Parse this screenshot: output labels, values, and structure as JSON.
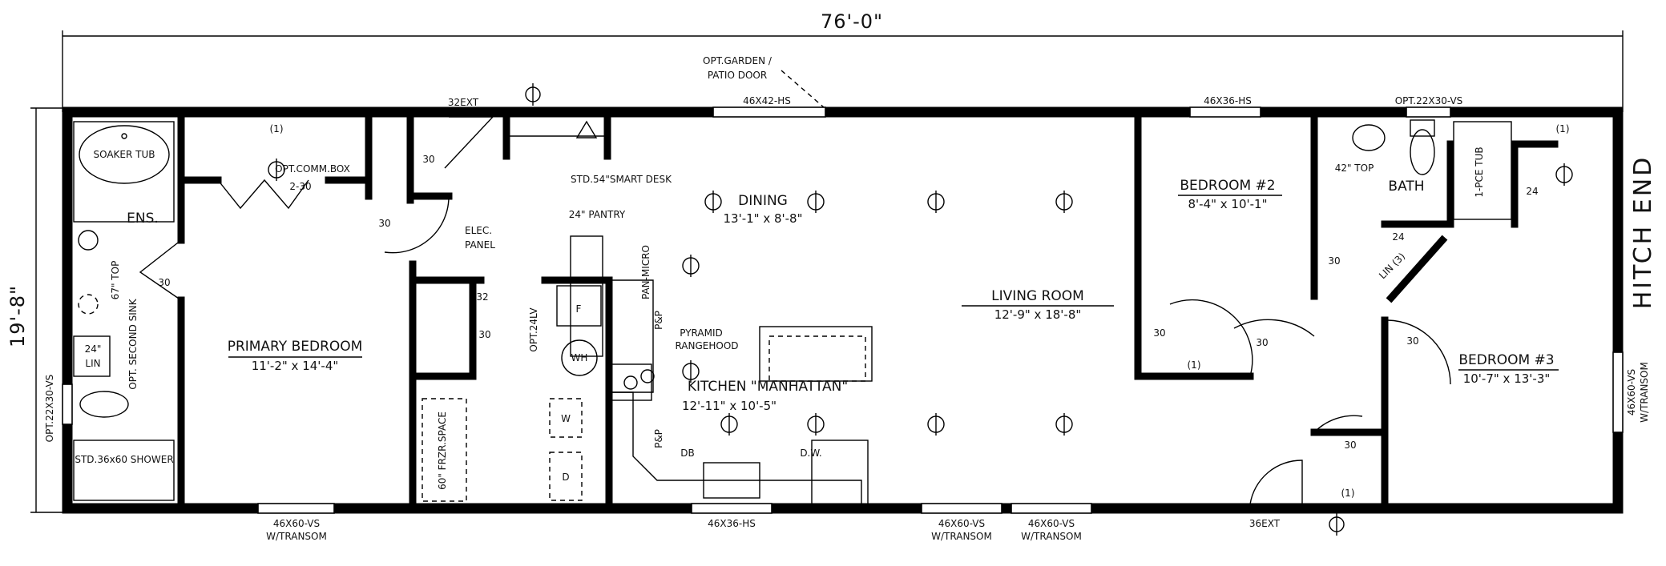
{
  "dimensions": {
    "overall_length": "76'-0\"",
    "overall_width": "19'-8\"",
    "hitch": "HITCH END"
  },
  "rooms": {
    "ensuite": {
      "name": "ENS."
    },
    "primary": {
      "name": "PRIMARY BEDROOM",
      "dim": "11'-2\" x 14'-4\""
    },
    "dining": {
      "name": "DINING",
      "dim": "13'-1\" x 8'-8\""
    },
    "living": {
      "name": "LIVING ROOM",
      "dim": "12'-9\" x 18'-8\""
    },
    "kitchen": {
      "name": "KITCHEN  \"MANHATTAN\"",
      "dim": "12'-11\" x 10'-5\""
    },
    "bedroom2": {
      "name": "BEDROOM #2",
      "dim": "8'-4\" x 10'-1\""
    },
    "bedroom3": {
      "name": "BEDROOM #3",
      "dim": "10'-7\" x 13'-3\""
    },
    "bath": {
      "name": "BATH"
    }
  },
  "labels": {
    "soaker_tub": "SOAKER TUB",
    "shower": "STD.36x60 SHOWER",
    "lin24": "24\"",
    "lin24b": "LIN",
    "second_sink": "OPT. SECOND SINK",
    "top67": "67\" TOP",
    "comm_box": "OPT.COMM.BOX",
    "elec_panel_1": "ELEC.",
    "elec_panel_2": "PANEL",
    "smart_desk": "STD.54\"SMART DESK",
    "pantry": "24\" PANTRY",
    "pan_micro": "PAN-\nMICRO",
    "pyramid_1": "PYRAMID",
    "pyramid_2": "RANGEHOOD",
    "wh": "WH",
    "opt24lv": "OPT.24LV",
    "frzr": "60\" FRZR.SPACE",
    "db": "DB",
    "dw": "D.W.",
    "pp1": "P&P",
    "pp2": "P&P",
    "top42": "42\" TOP",
    "one_pce_tub": "1-PCE TUB",
    "lin_3": "LIN (3)",
    "f": "F",
    "w": "W",
    "d": "D",
    "garden_door_1": "OPT.GARDEN /",
    "garden_door_2": "PATIO DOOR",
    "ext32": "32EXT",
    "ext36": "36EXT",
    "shelf": "(1)"
  },
  "windows": {
    "w_primary": "46X60-VS",
    "w_primary_t": "W/TRANSOM",
    "w_kitchen": "46X36-HS",
    "w_living1": "46X60-VS",
    "w_living1_t": "W/TRANSOM",
    "w_living2": "46X60-VS",
    "w_living2_t": "W/TRANSOM",
    "w_dining": "46X42-HS",
    "w_bed2": "46X36-HS",
    "w_bath": "OPT.22X30-VS",
    "w_ens": "OPT.22X30-VS",
    "w_bed3": "46X60-VS",
    "w_bed3_t": "W/TRANSOM"
  },
  "doors": {
    "d30": "30",
    "d2_30": "2-30",
    "d32": "32",
    "d24": "24"
  }
}
